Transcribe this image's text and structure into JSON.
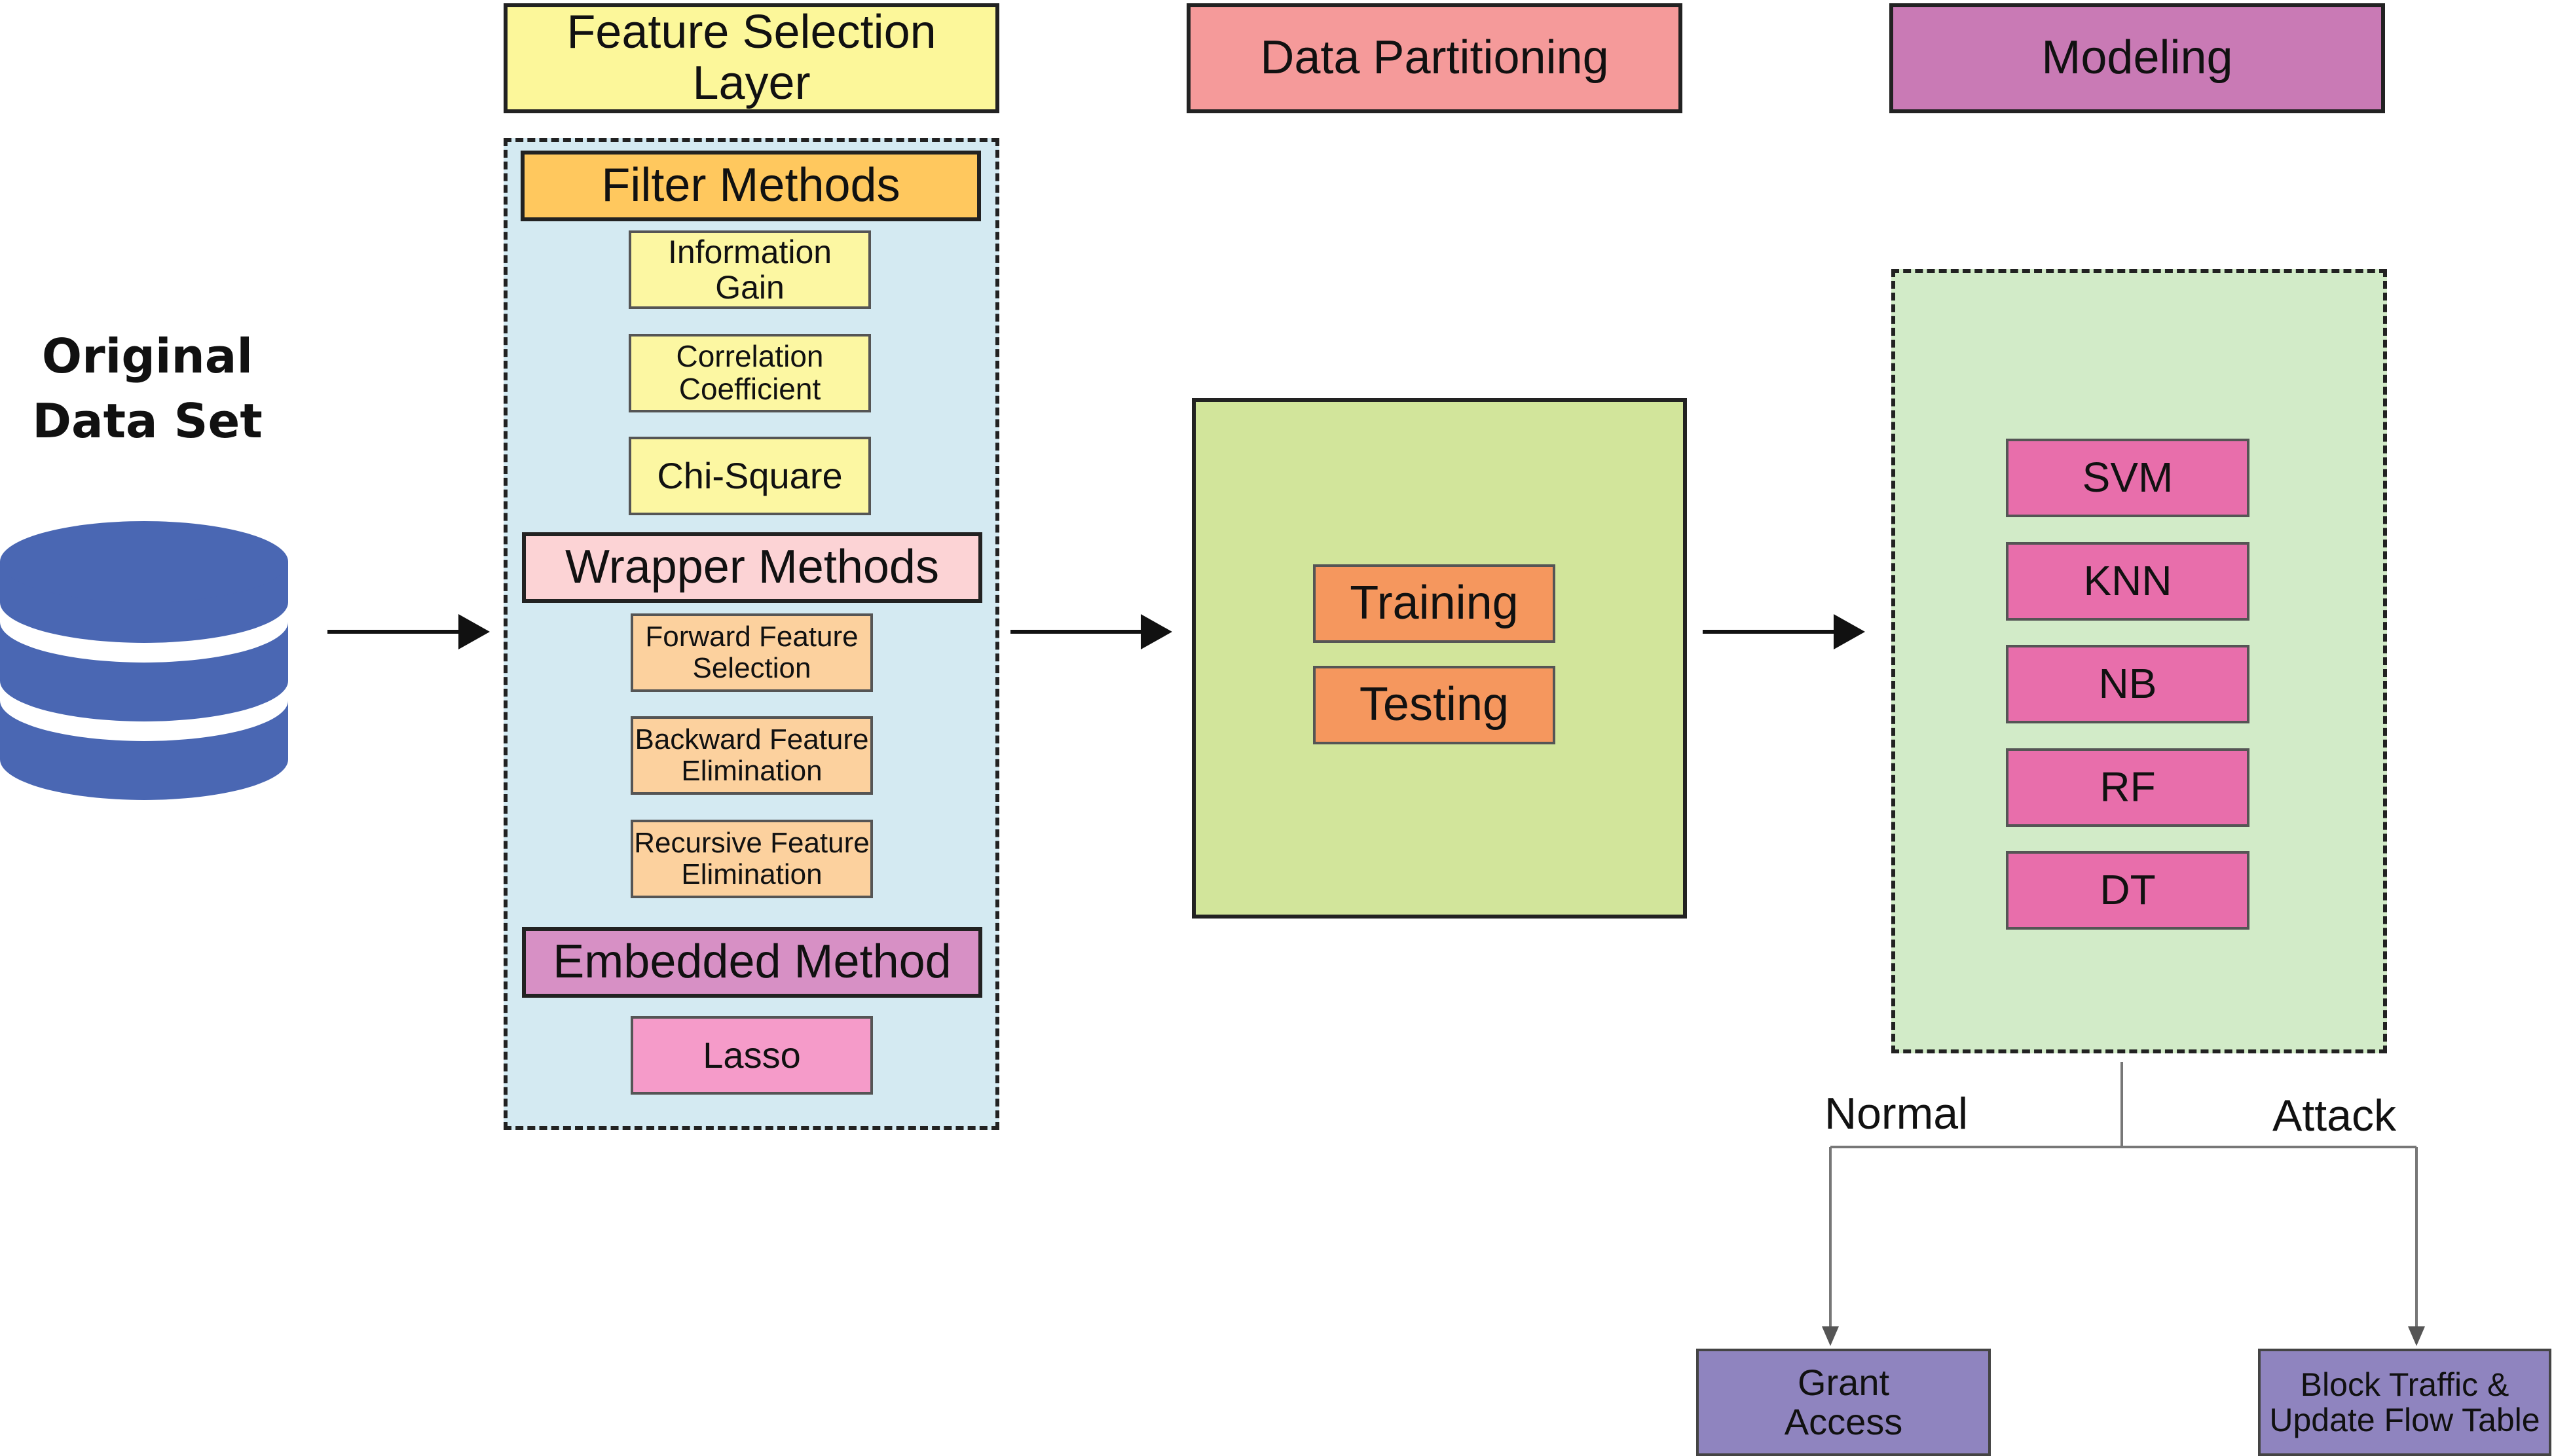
{
  "colors": {
    "header_yellow": "#fcf79a",
    "header_pink": "#f59a9a",
    "header_purple": "#c97ab5",
    "feature_panel": "#d4eaf2",
    "filter_orange": "#ffc85e",
    "filter_item": "#fcf7a2",
    "wrapper_pink": "#fcd3d5",
    "wrapper_item": "#fcd19e",
    "embedded_purple": "#d790c5",
    "lasso_pink": "#f59bc9",
    "partition_green": "#d2e59b",
    "partition_item": "#f5975e",
    "model_panel": "#d2ebc8",
    "model_item": "#e86eab",
    "output_purple": "#8f84bf",
    "database_blue": "#4a67b3"
  },
  "source": {
    "title": "Original\nData Set",
    "icon": "database-icon"
  },
  "headers": {
    "feature_selection": "Feature Selection\nLayer",
    "data_partitioning": "Data Partitioning",
    "modeling": "Modeling"
  },
  "feature_selection": {
    "filter": {
      "label": "Filter Methods",
      "items": [
        "Information\nGain",
        "Correlation\nCoefficient",
        "Chi-Square"
      ]
    },
    "wrapper": {
      "label": "Wrapper Methods",
      "items": [
        "Forward Feature\nSelection",
        "Backward Feature\nElimination",
        "Recursive Feature\nElimination"
      ]
    },
    "embedded": {
      "label": "Embedded Method",
      "items": [
        "Lasso"
      ]
    }
  },
  "partitioning": {
    "items": [
      "Training",
      "Testing"
    ]
  },
  "modeling": {
    "models": [
      "SVM",
      "KNN",
      "NB",
      "RF",
      "DT"
    ]
  },
  "outcomes": {
    "normal_label": "Normal",
    "attack_label": "Attack",
    "normal_action": "Grant\nAccess",
    "attack_action": "Block Traffic &\nUpdate Flow Table"
  }
}
